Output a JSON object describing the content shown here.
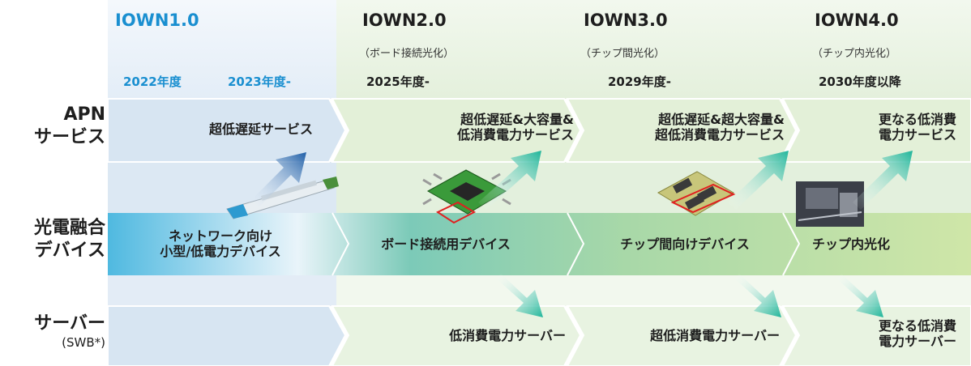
{
  "generations": [
    {
      "title": "IOWN1.0",
      "subtitle": "",
      "years": [
        "2022年度",
        "2023年度-"
      ]
    },
    {
      "title": "IOWN2.0",
      "subtitle": "（ボード接続光化）",
      "years": [
        "2025年度-"
      ]
    },
    {
      "title": "IOWN3.0",
      "subtitle": "（チップ間光化）",
      "years": [
        "2029年度-"
      ]
    },
    {
      "title": "IOWN4.0",
      "subtitle": "（チップ内光化）",
      "years": [
        "2030年度以降"
      ]
    }
  ],
  "rows": {
    "apn": {
      "label_line1": "APN",
      "label_line2": "サービス"
    },
    "device": {
      "label_line1": "光電融合",
      "label_line2": "デバイス"
    },
    "server": {
      "label_line1": "サーバー",
      "label_line2": "(SWB*)"
    }
  },
  "apn_cells": [
    {
      "lines": [
        "超低遅延サービス"
      ]
    },
    {
      "lines": [
        "超低遅延&大容量&",
        "低消費電力サービス"
      ]
    },
    {
      "lines": [
        "超低遅延&超大容量&",
        "超低消費電力サービス"
      ]
    },
    {
      "lines": [
        "更なる低消費",
        "電力サービス"
      ]
    }
  ],
  "device_cells": [
    {
      "lines": [
        "ネットワーク向け",
        "小型/低電力デバイス"
      ]
    },
    {
      "lines": [
        "ボード接続用デバイス"
      ]
    },
    {
      "lines": [
        "チップ間向けデバイス"
      ]
    },
    {
      "lines": [
        "チップ内光化"
      ]
    }
  ],
  "server_cells": [
    {
      "lines": [
        ""
      ]
    },
    {
      "lines": [
        "低消費電力サーバー"
      ]
    },
    {
      "lines": [
        "超低消費電力サーバー"
      ]
    },
    {
      "lines": [
        "更なる低消費",
        "電力サーバー"
      ]
    }
  ],
  "colors": {
    "iown1_title": "#1a8fd0",
    "blue_cell": "#dbe7f3",
    "green_cell": "#e6f2dc",
    "arrow_blue": "#1f5fa8",
    "arrow_teal": "#1fb59a"
  }
}
